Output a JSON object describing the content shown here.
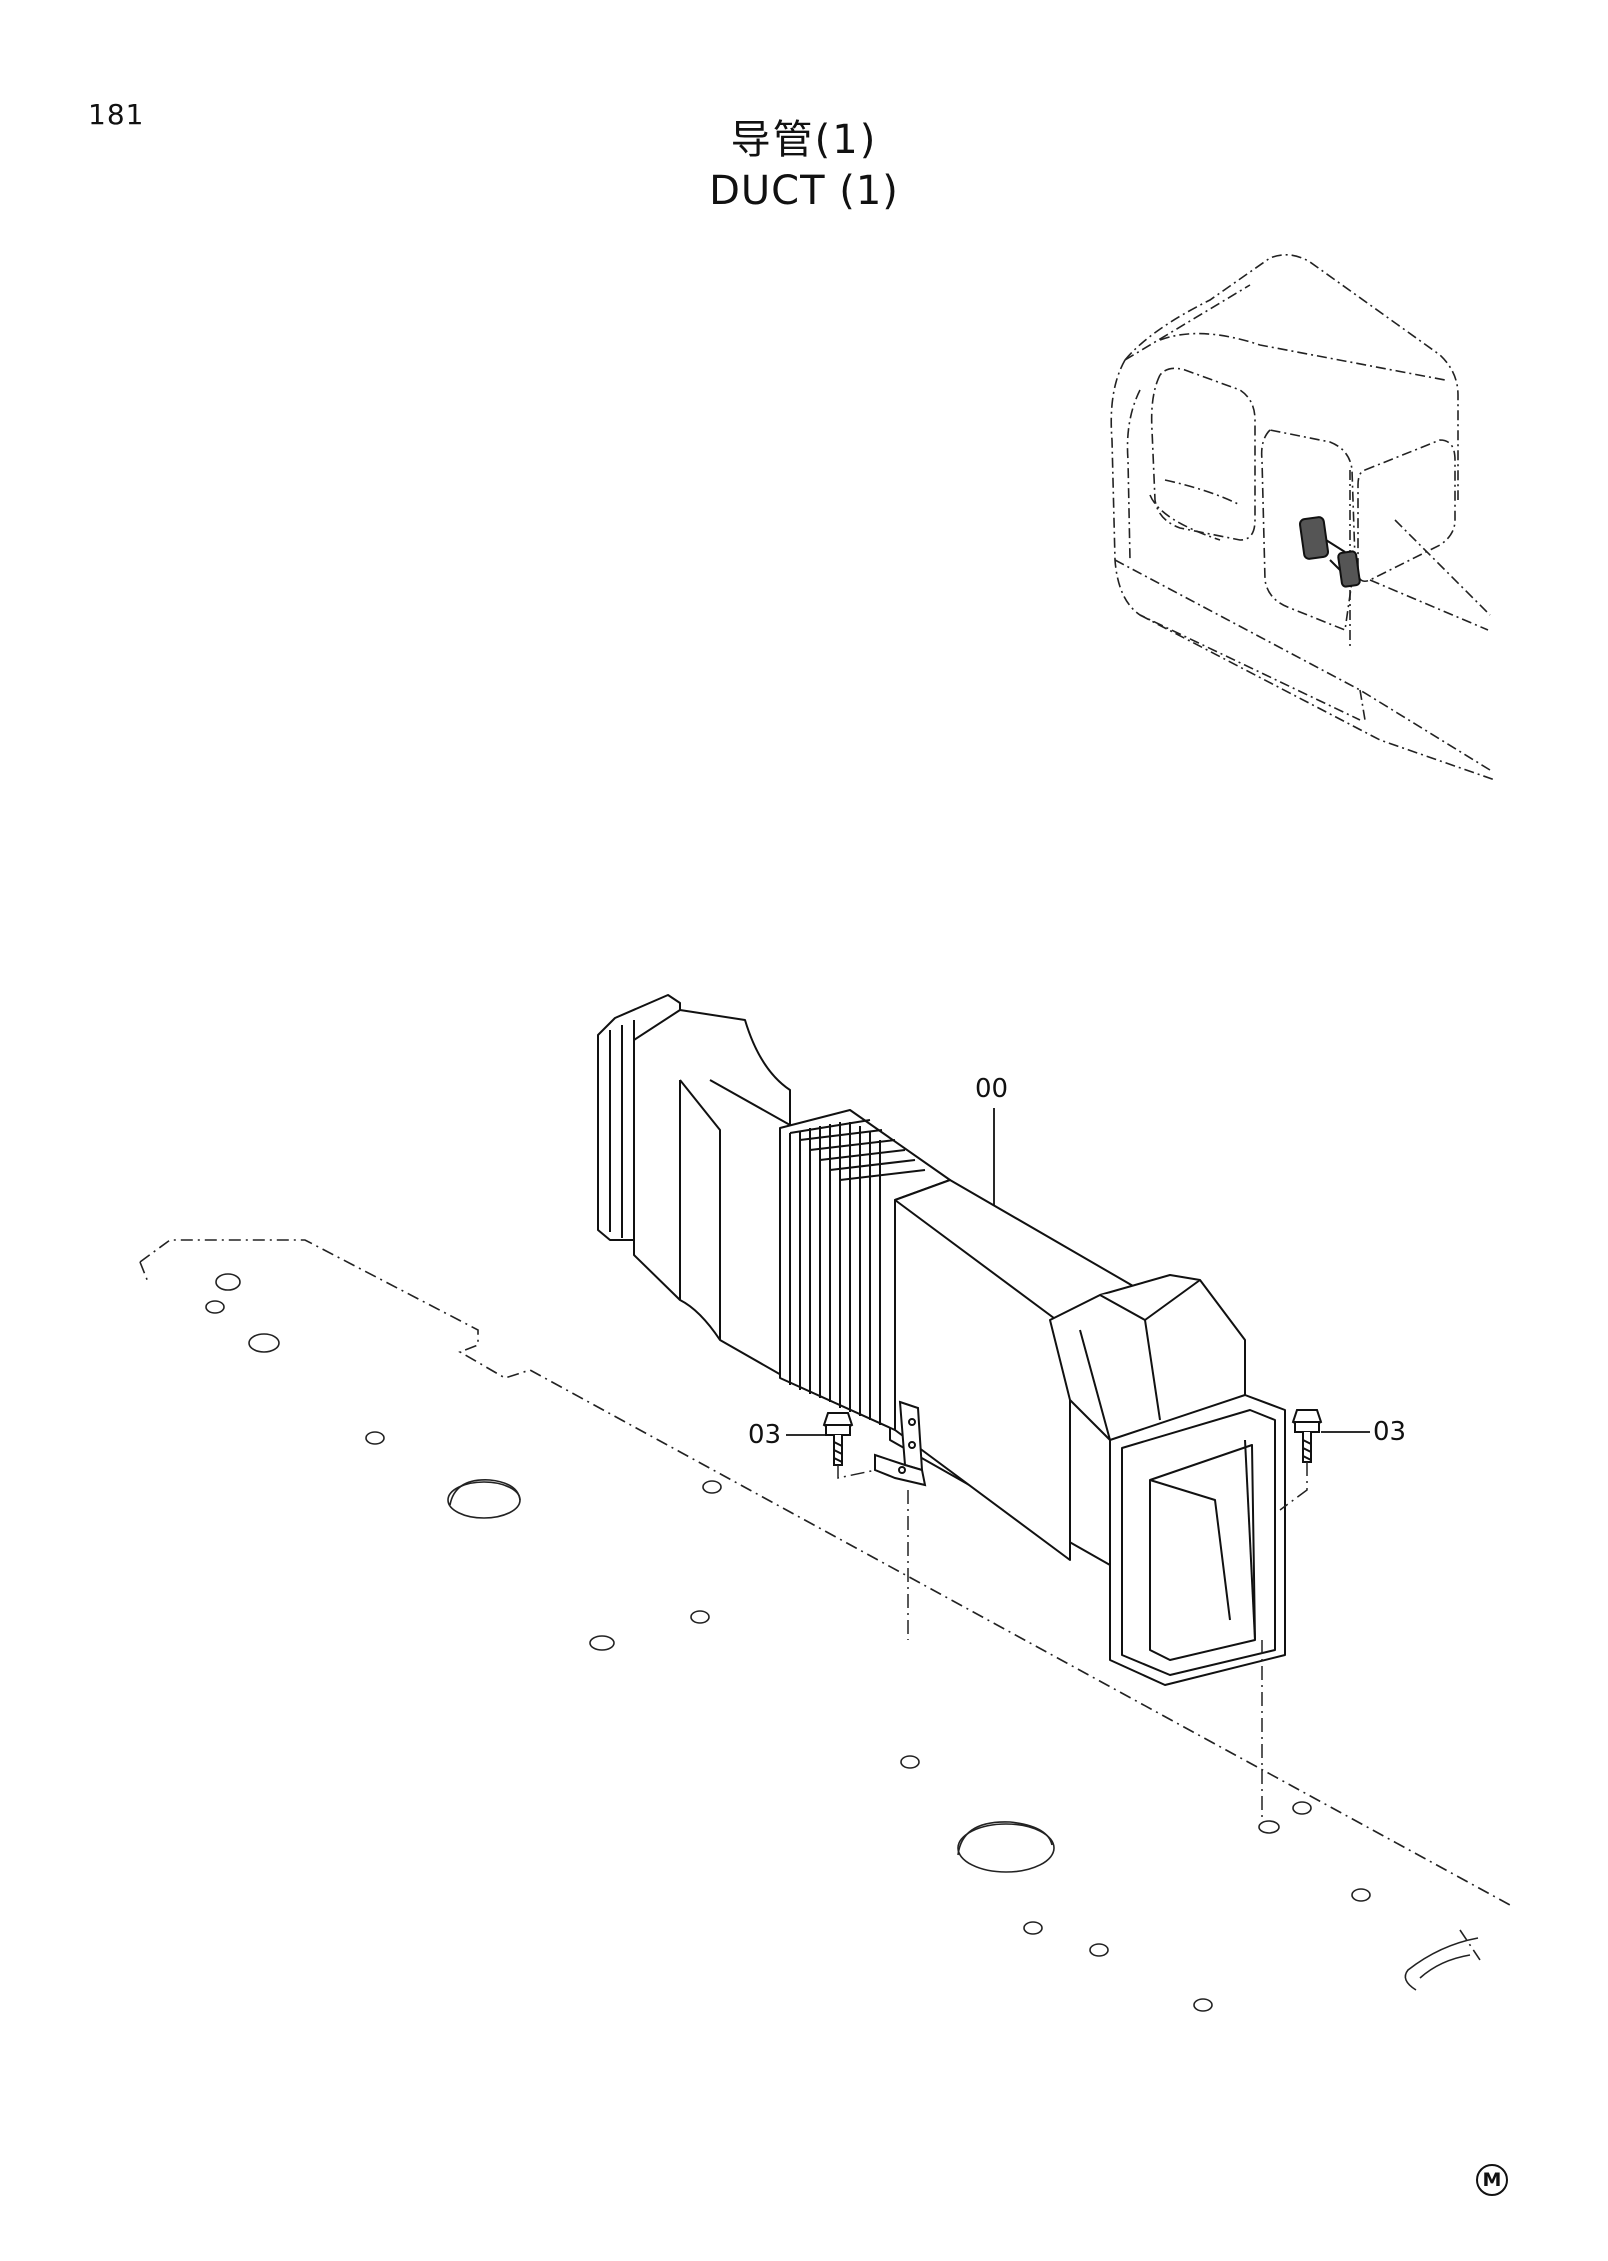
{
  "page": {
    "number": "181",
    "title_cn": "导管(1)",
    "title_en": "DUCT (1)"
  },
  "callouts": {
    "duct": "00",
    "bolt_left": "03",
    "bolt_right": "03"
  },
  "footer": {
    "mark": "M"
  }
}
